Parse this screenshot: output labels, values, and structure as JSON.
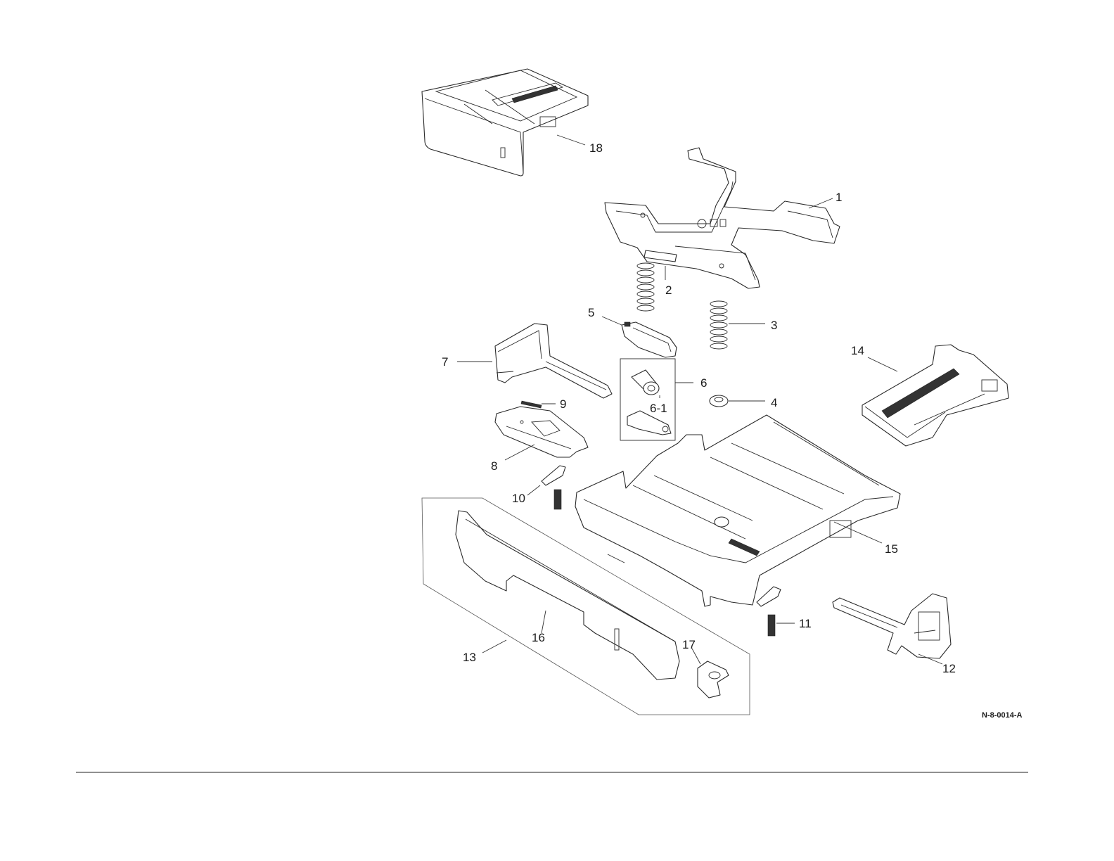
{
  "figure_id": "N-8-0014-A",
  "callouts": {
    "c1": "1",
    "c2": "2",
    "c3": "3",
    "c4": "4",
    "c5": "5",
    "c6": "6",
    "c6_1": "6-1",
    "c7": "7",
    "c8": "8",
    "c9": "9",
    "c10": "10",
    "c11": "11",
    "c12": "12",
    "c13": "13",
    "c14": "14",
    "c15": "15",
    "c16": "16",
    "c17": "17",
    "c18": "18"
  }
}
